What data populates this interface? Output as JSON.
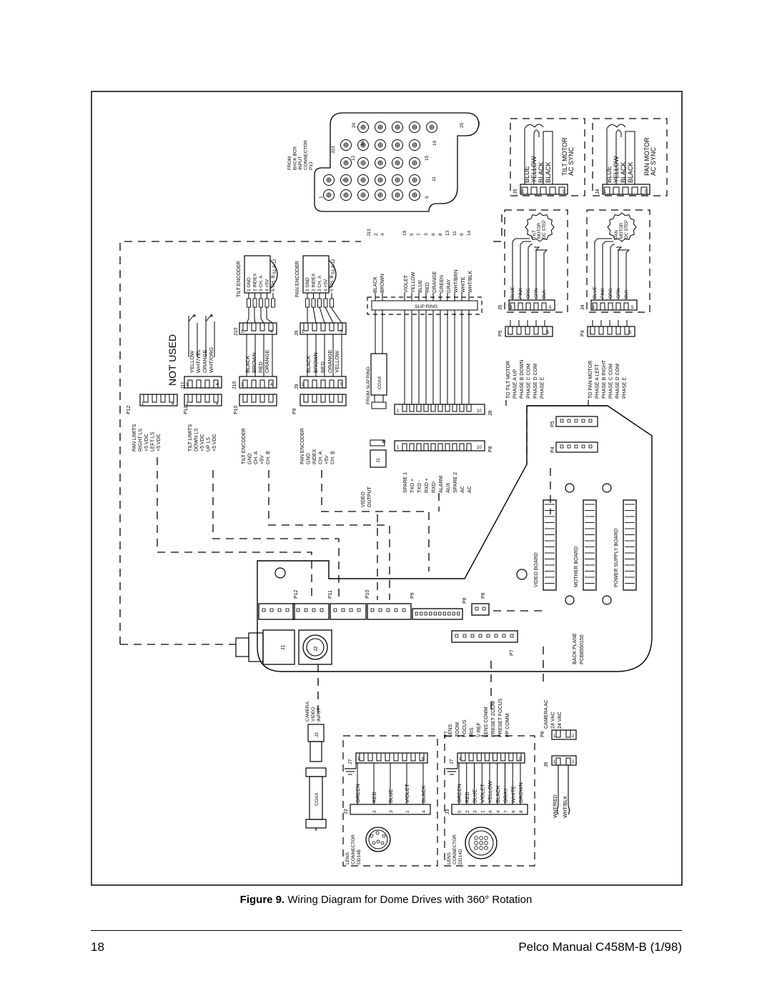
{
  "figure": {
    "number_label": "Figure 9.",
    "title": "Wiring Diagram for Dome Drives with 360° Rotation"
  },
  "footer": {
    "page_number": "18",
    "manual": "Pelco Manual C458M-B (1/98)"
  },
  "diagram": {
    "not_used": "NOT USED",
    "back_box": {
      "label_lines": [
        "FROM",
        "BACK BOX",
        "INPUT",
        "CONNECTOR",
        "P13"
      ],
      "connector": "J13",
      "pin_numbers": [
        "1",
        "6",
        "7",
        "11",
        "12",
        "15",
        "16",
        "19",
        "20",
        "25"
      ]
    },
    "tilt_motor_sync": {
      "header": "J5",
      "pins": [
        "BLUE",
        "YELLOW",
        "BLACK",
        "BLACK"
      ],
      "pin_first": "1",
      "pin_last": "5",
      "label_lines": [
        "TILT MOTOR",
        "AC SYNC"
      ]
    },
    "pan_motor_sync": {
      "header": "J4",
      "pins": [
        "BLUE",
        "YELLOW",
        "BLACK",
        "BLACK"
      ],
      "pin_first": "1",
      "pin_last": "5",
      "label_lines": [
        "PAN MOTOR",
        "AC SYNC"
      ]
    },
    "tilt_stepper": {
      "header": "J5",
      "pins": [
        "BLUE",
        "PINK",
        "ORG",
        "GRN",
        "BLK"
      ],
      "pin_first": "1",
      "pin_last": "5",
      "motor_lines": [
        "TILT",
        "MOTOR",
        "DC STEP"
      ]
    },
    "pan_stepper": {
      "header": "J4",
      "pins": [
        "BLUE",
        "PINK",
        "ORG",
        "GRN",
        "BLK"
      ],
      "pin_first": "1",
      "pin_last": "5",
      "motor_lines": [
        "PAN",
        "MOTOR",
        "DC STEP"
      ]
    },
    "tilt_motor_plug": {
      "header": "P5",
      "pin_first": "1",
      "pin_last": "5",
      "lines": [
        "TO TILT MOTOR",
        "PHASE A UP",
        "PHASE B DOWN",
        "PHASE C COM",
        "PHASE D COM",
        "PHASE E"
      ]
    },
    "pan_motor_plug": {
      "header": "P4",
      "pin_first": "1",
      "pin_last": "5",
      "lines": [
        "TO PAN MOTOR",
        "PHASE A LEFT",
        "PHASE B RIGHT",
        "PHASE C COM",
        "PHASE D COM",
        "PHASE E"
      ]
    },
    "tilt_encoder": {
      "title": "TILT ENCODER",
      "pins": [
        "1 GND",
        "2 INDEX",
        "3 CH. A",
        "4 +5V",
        "5 CH. B"
      ],
      "part": "S1-5-12"
    },
    "pan_encoder": {
      "title": "PAN ENCODER",
      "pins": [
        "1 GND",
        "2 INDEX",
        "3 CH. A",
        "4 +5V",
        "5 CH. B"
      ],
      "part": "S1-5-12"
    },
    "slip_ring": {
      "label": "SLIP RING",
      "connector": "J13",
      "wires": [
        "BLACK",
        "BROWN",
        "VIOLET",
        "YELLOW",
        "BLUE",
        "RED",
        "ORANGE",
        "GREEN",
        "GRAY",
        "WHT/BRN",
        "WHITE",
        "WHT/BLK"
      ],
      "pins": [
        "2",
        "4",
        "19",
        "5",
        "7",
        "3",
        "6",
        "8",
        "13",
        "11",
        "9",
        "14"
      ],
      "from_label": "FROM SLIP RING",
      "coax": "COAX",
      "j8_header": "J8",
      "j8_first": "1",
      "j8_last": "10"
    },
    "j11": {
      "header": "J11",
      "wires": [
        "YELLOW",
        "WHT/YEL",
        "ORANGE",
        "WHT/ORG"
      ],
      "pin_first": "1",
      "pin_last": "4"
    },
    "j10": {
      "header": "J10",
      "wires": [
        "BLACK",
        "BROWN",
        "RED",
        "ORANGE"
      ],
      "pin_first": "1",
      "pin_last": "4"
    },
    "j9": {
      "header": "J9",
      "wires": [
        "BLACK",
        "BROWN",
        "RED",
        "ORANGE",
        "YELLOW"
      ],
      "pin_first": "1",
      "pin_last": "5"
    },
    "p12": {
      "header": "P12",
      "pin_first": "1",
      "pin_last": "4",
      "lines": [
        "PAN LIMITS",
        "RIGHT LS",
        "+5 VDC",
        "LEFT LS",
        "+5 VDC"
      ]
    },
    "p11": {
      "header": "P11",
      "pin_first": "1",
      "pin_last": "4",
      "lines": [
        "TILT LIMITS",
        "DOWN LS",
        "+5 VDC",
        "UP LS",
        "+5 VDC"
      ]
    },
    "p10": {
      "header": "P10",
      "pin_first": "1",
      "pin_last": "4",
      "lines": [
        "TILT ENCODER",
        "GND",
        "CH. A",
        "+5V",
        "CH. B"
      ]
    },
    "p9": {
      "header": "P9",
      "pin_first": "1",
      "pin_last": "5",
      "lines": [
        "PAN ENCODER",
        "GND",
        "INDEX",
        "CH. A",
        "+5V",
        "CH. B"
      ]
    },
    "p8": {
      "header": "P8",
      "pin_first": "1",
      "pin_last": "10",
      "lines": [
        "SPARE 1",
        "TXD +",
        "TXD -",
        "RXD +",
        "RXD-",
        "ALARM",
        "AUX",
        "SPARE 2",
        "AC",
        "AC"
      ]
    },
    "video_output": {
      "connector": "J1",
      "label_lines": [
        "VIDEO",
        "OUTPUT"
      ]
    },
    "boards": [
      "VIDEO BOARD",
      "MOTHER BOARD",
      "POWER SUPPLY BOARD"
    ],
    "back_plane": {
      "label_lines": [
        "BACK PLANE",
        "PCB8550150"
      ],
      "headers": [
        "P12",
        "P11",
        "P10",
        "P9",
        "P8",
        "P6",
        "P5",
        "P4",
        "P7"
      ],
      "j1": "J1",
      "j2": "J2"
    },
    "camera_video": {
      "connector": "J2",
      "label_lines": [
        "CAMERA",
        "VIDEO",
        "INPUT"
      ],
      "coax": "COAX"
    },
    "lens_dd14b": {
      "header": "J7",
      "pin_first": "1",
      "pin_last": "8",
      "wires": [
        "GREEN",
        "RED",
        "BLUE",
        "VIOLET",
        "BLACK"
      ],
      "pins": [
        "",
        "2",
        "3",
        "1",
        "4"
      ],
      "j3": "J3",
      "label_lines": [
        "LENS",
        "CONNECTOR",
        "DD14B"
      ]
    },
    "lens_dd14d": {
      "p7_header": "P7",
      "header": "J7",
      "pin_first": "1",
      "pin_last": "8",
      "lens_lines": [
        "LENS",
        "ZOOM",
        "FOCUS",
        "IRIS",
        "V REF",
        "LENS COMM",
        "PRESET ZOOM",
        "PRESET FOCUS",
        "PP COMM"
      ],
      "wires": [
        "GREEN",
        "RED",
        "BLUE",
        "VIOLET",
        "YELLOW",
        "BLACK",
        "GRAY",
        "WHITE",
        "BROWN"
      ],
      "pins": [
        "5",
        "2",
        "3",
        "1",
        "6",
        "4",
        "7",
        "9",
        "8"
      ],
      "j3": "J3",
      "label_lines": [
        "LENS",
        "CONNECTOR",
        "DD14D"
      ]
    },
    "camera_ac": {
      "p6_header": "P6",
      "label_lines": [
        "CAMERA AC",
        "24 VAC",
        "24 VAC"
      ],
      "j6": "J6",
      "wires": [
        "WHT/RED",
        "WHT/BLK"
      ],
      "pin_first": "1",
      "pin_last": "2"
    }
  }
}
